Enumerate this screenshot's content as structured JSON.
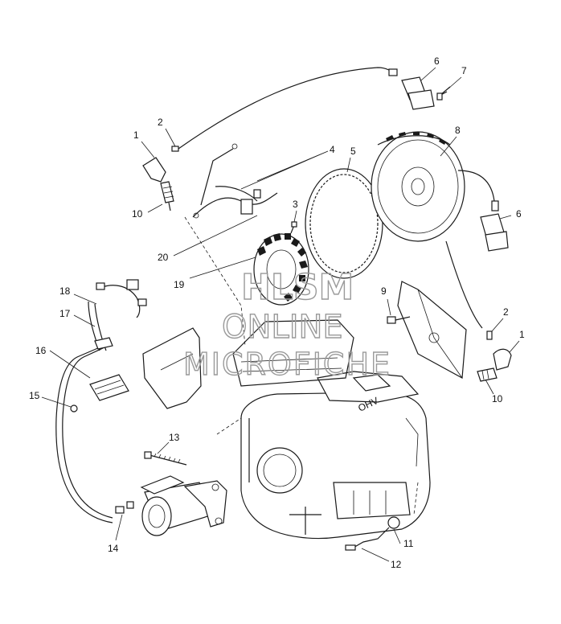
{
  "diagram": {
    "callouts": [
      "1",
      "2",
      "4",
      "3",
      "5",
      "6",
      "7",
      "8",
      "6",
      "9",
      "2",
      "1",
      "10",
      "10",
      "20",
      "19",
      "18",
      "17",
      "16",
      "15",
      "13",
      "14",
      "11",
      "12"
    ],
    "engine_stamp": "OHV",
    "watermark": [
      "HLSM",
      "ONLINE",
      "MICROFICHE"
    ]
  }
}
